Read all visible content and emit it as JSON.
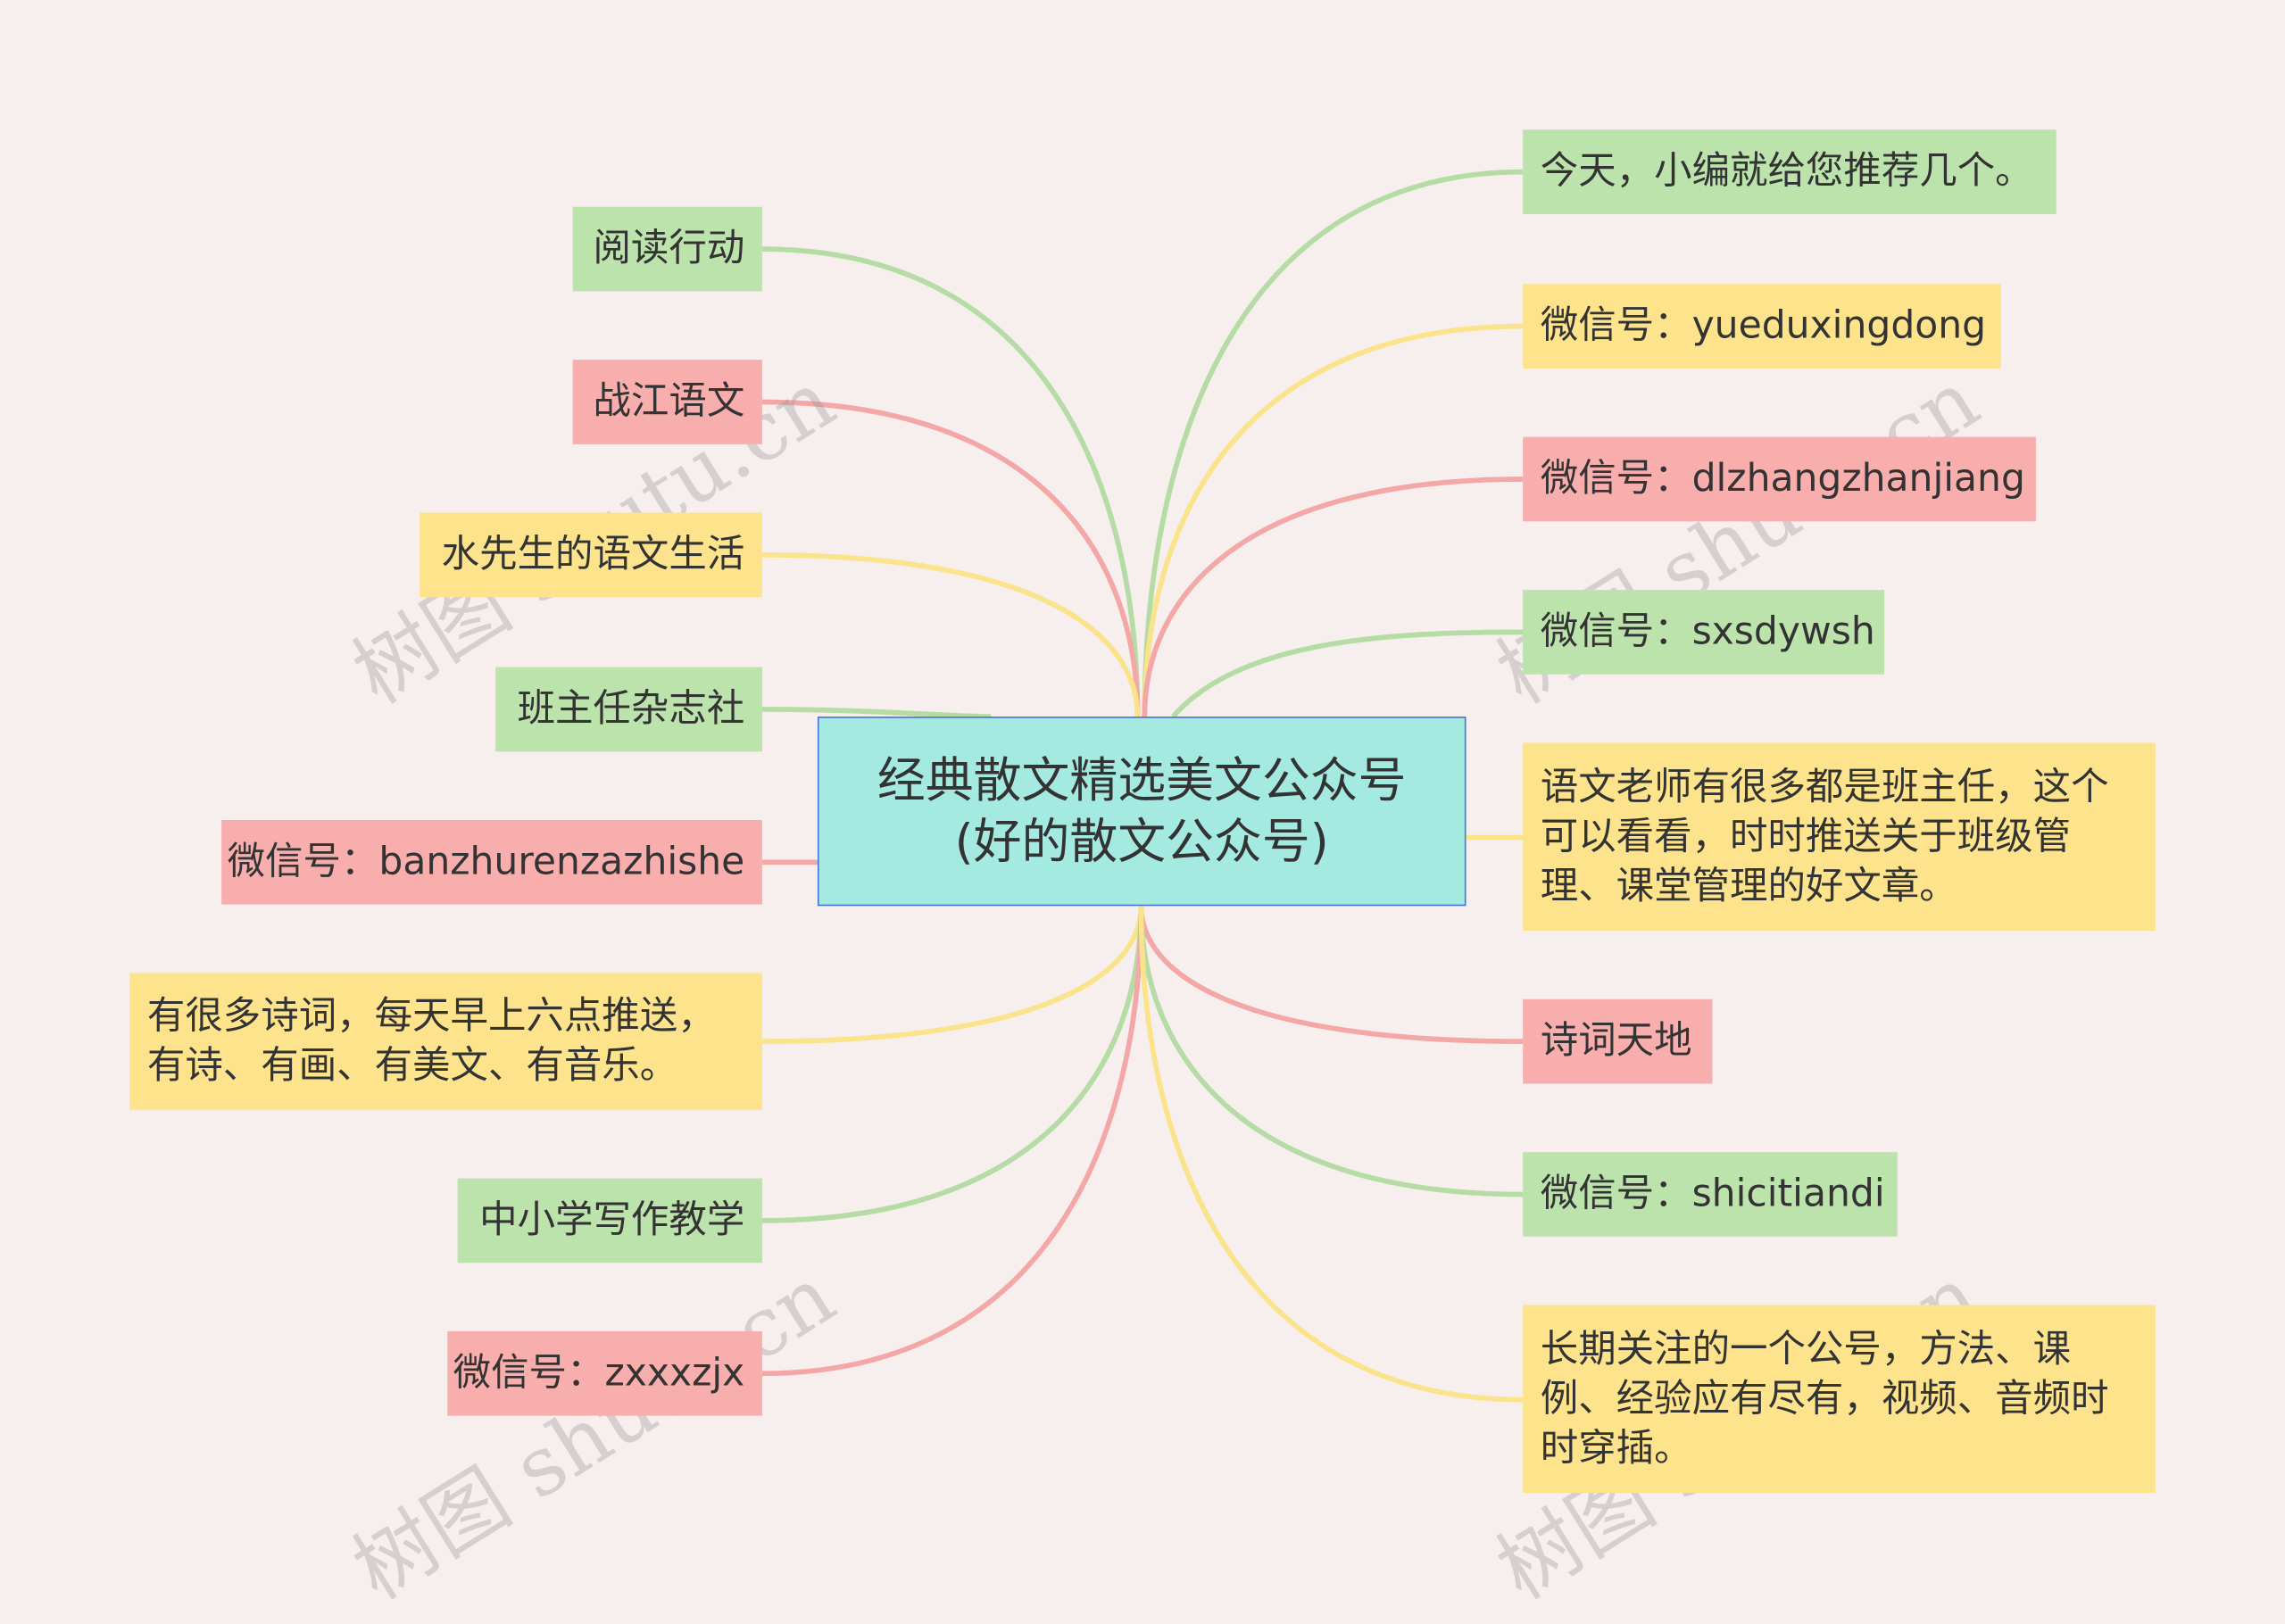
{
  "center": {
    "label": "经典散文精选美文公众号(好的散文公众号)"
  },
  "left_nodes": [
    {
      "label": "阅读行动",
      "color": "green"
    },
    {
      "label": "战江语文",
      "color": "pink"
    },
    {
      "label": "水先生的语文生活",
      "color": "yellow"
    },
    {
      "label": "班主任杂志社",
      "color": "green"
    },
    {
      "label": "微信号：banzhurenzazhishe",
      "color": "pink"
    },
    {
      "label": "有很多诗词，每天早上六点推送，有诗、有画、有美文、有音乐。",
      "color": "yellow"
    },
    {
      "label": "中小学写作教学",
      "color": "green"
    },
    {
      "label": "微信号：zxxxzjx",
      "color": "pink"
    }
  ],
  "right_nodes": [
    {
      "label": "今天，小编就给您推荐几个。",
      "color": "green"
    },
    {
      "label": "微信号：yueduxingdong",
      "color": "yellow"
    },
    {
      "label": "微信号：dlzhangzhanjiang",
      "color": "pink"
    },
    {
      "label": "微信号：sxsdywsh",
      "color": "green"
    },
    {
      "label": "语文老师有很多都是班主任，这个可以看看，时时推送关于班级管理、课堂管理的好文章。",
      "color": "yellow"
    },
    {
      "label": "诗词天地",
      "color": "pink"
    },
    {
      "label": "微信号：shicitiandi",
      "color": "green"
    },
    {
      "label": "长期关注的一个公号，方法、课例、经验应有尽有，视频、音频时时穿插。",
      "color": "yellow"
    }
  ],
  "watermark": "树图 shutu.cn",
  "colors": {
    "green": "#bde3ad",
    "pink": "#f9aeae",
    "yellow": "#fde48c",
    "center": "#a5eae1",
    "center_border": "#4a74d6"
  }
}
